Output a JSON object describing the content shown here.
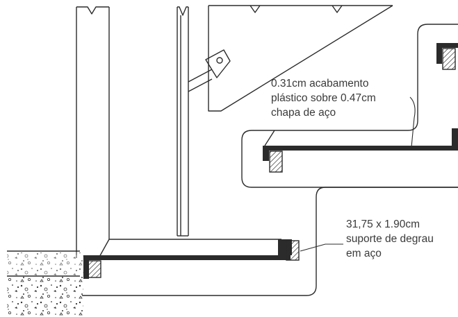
{
  "annotations": {
    "finish": {
      "lines": [
        "0.31cm acabamento",
        "plástico sobre 0.47cm",
        "chapa de aço"
      ]
    },
    "support": {
      "lines": [
        "31,75 x 1.90cm",
        "suporte de degrau",
        "em aço"
      ]
    }
  },
  "colors": {
    "line": "#2b2b2b",
    "hatch": "#555555",
    "text": "#3a3a3a"
  }
}
